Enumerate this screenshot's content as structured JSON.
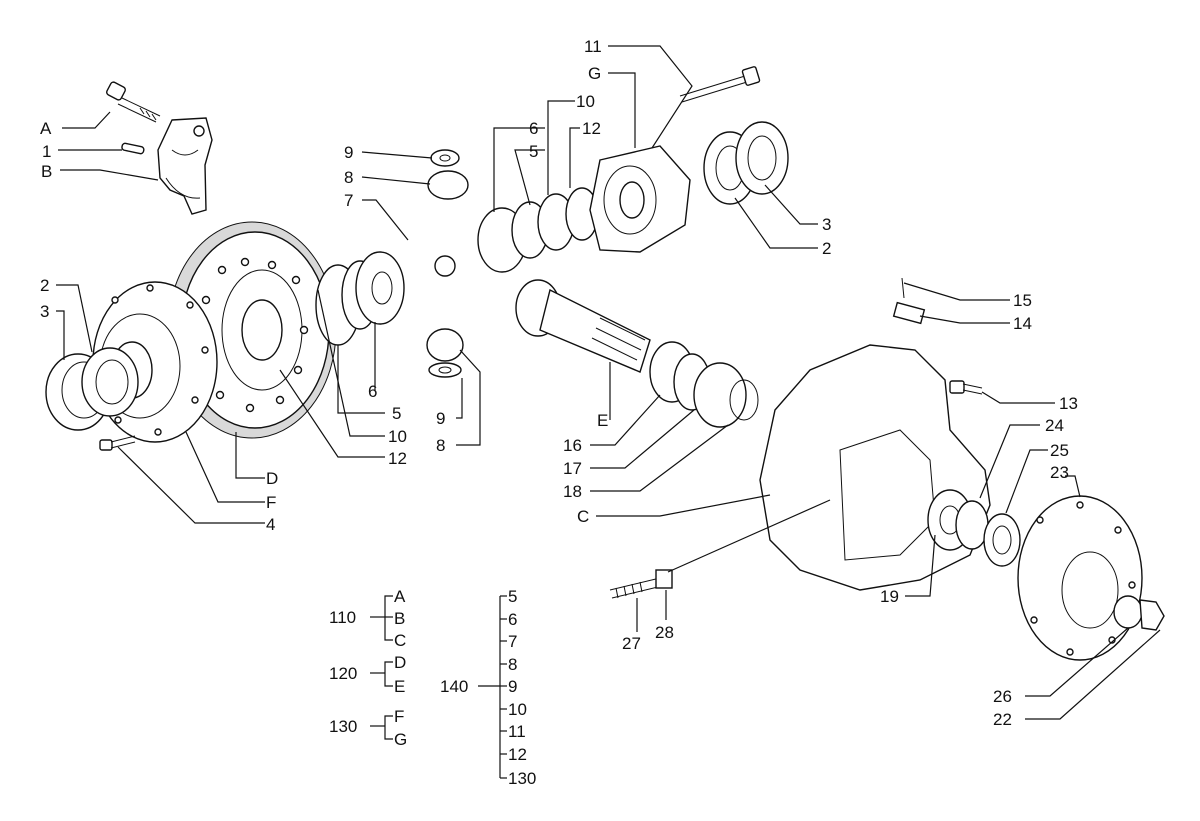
{
  "callouts": [
    "A",
    "1",
    "B",
    "2",
    "3",
    "4",
    "F",
    "D",
    "12",
    "10",
    "5",
    "6",
    "9",
    "8",
    "7",
    "9",
    "8",
    "6",
    "5",
    "10",
    "12",
    "G",
    "11",
    "3",
    "2",
    "E",
    "16",
    "17",
    "18",
    "C",
    "15",
    "14",
    "13",
    "24",
    "25",
    "23",
    "19",
    "27",
    "28",
    "26",
    "22"
  ],
  "groups": [
    {
      "id": "110",
      "items": [
        "A",
        "B",
        "C"
      ]
    },
    {
      "id": "120",
      "items": [
        "D",
        "E"
      ]
    },
    {
      "id": "130",
      "items": [
        "F",
        "G"
      ]
    },
    {
      "id": "140",
      "items": [
        "5",
        "6",
        "7",
        "8",
        "9",
        "10",
        "11",
        "12",
        "130"
      ]
    }
  ],
  "colors": {
    "line": "#111111",
    "background": "#ffffff",
    "shade": "#d9d9d9"
  }
}
